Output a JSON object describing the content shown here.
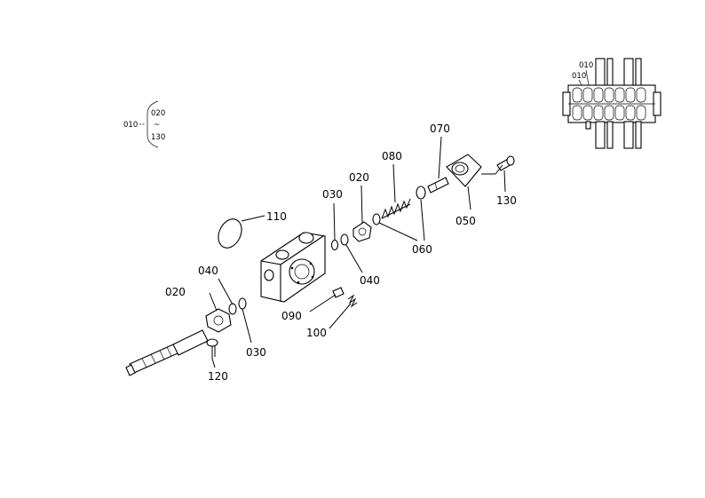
{
  "legend": {
    "main": "010",
    "range_start": "020",
    "range_sep": "~",
    "range_end": "130"
  },
  "parts": {
    "p010": "010",
    "p020a": "020",
    "p020b": "020",
    "p030a": "030",
    "p030b": "030",
    "p040a": "040",
    "p040b": "040",
    "p050": "050",
    "p060": "060",
    "p070": "070",
    "p080": "080",
    "p090": "090",
    "p100": "100",
    "p110": "110",
    "p120": "120",
    "p130": "130"
  }
}
